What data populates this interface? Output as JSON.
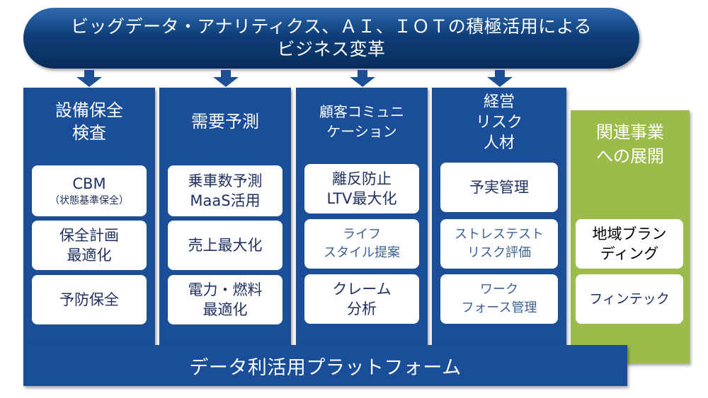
{
  "banner": {
    "line1": "ビッグデータ・アナリティクス、ＡＩ、ＩＯＴの積極活用による",
    "line2": "ビジネス変革"
  },
  "columns": [
    {
      "title": [
        "設備保全",
        "検査"
      ],
      "items": [
        [
          "CBM",
          "（状態基準保全）"
        ],
        [
          "保全計画",
          "最適化"
        ],
        [
          "予防保全"
        ]
      ]
    },
    {
      "title": [
        "需要予測"
      ],
      "items": [
        [
          "乗車数予測",
          "MaaS活用"
        ],
        [
          "売上最大化"
        ],
        [
          "電力・燃料",
          "最適化"
        ]
      ]
    },
    {
      "title": [
        "顧客コミュニ",
        "ケーション"
      ],
      "items": [
        [
          "離反防止",
          "LTV最大化"
        ],
        [
          "ライフ",
          "スタイル提案"
        ],
        [
          "クレーム",
          "分析"
        ]
      ]
    },
    {
      "title": [
        "経営",
        "リスク",
        "人材"
      ],
      "items": [
        [
          "予実管理"
        ],
        [
          "ストレステスト",
          "リスク評価"
        ],
        [
          "ワーク",
          "フォース管理"
        ]
      ]
    }
  ],
  "related": {
    "title": [
      "関連事業",
      "への展開"
    ],
    "items": [
      [
        "地域ブラン",
        "ディング"
      ],
      [
        "フィンテック"
      ]
    ]
  },
  "platform": "データ利活用プラットフォーム",
  "colors": {
    "banner": "#0f3f7a",
    "column": "#1a4e98",
    "related": "#9bbb4a",
    "text_dark": "#1f2f5f"
  }
}
